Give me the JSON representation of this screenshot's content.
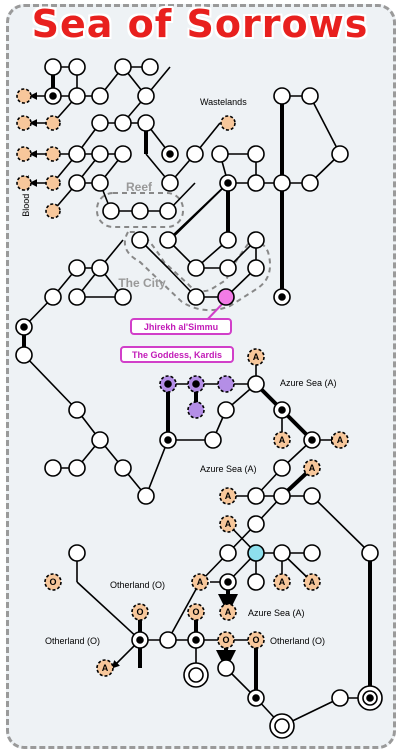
{
  "title": "Sea of Sorrows",
  "areas": {
    "blood_sea": "Blood Sea",
    "wastelands": "Wastelands",
    "reef": "Reef",
    "the_city": "The City",
    "azure_sea_1": "Azure Sea (A)",
    "azure_sea_2": "Azure Sea (A)",
    "azure_sea_3": "Azure Sea (A)",
    "otherland_1": "Otherland (O)",
    "otherland_2": "Otherland (O)",
    "otherland_3": "Otherland (O)"
  },
  "callouts": {
    "jhirekh": "Jhirekh al'Simmu",
    "goddess": "The Goddess, Kardis"
  },
  "node_letters": {
    "azure": "A",
    "otherland": "O"
  },
  "colors": {
    "title": "#e8201e",
    "orange_node": "#f7c79b",
    "purple_node": "#b48ee6",
    "pink_node": "#f27be6",
    "cyan_node": "#8ee0ee",
    "callout": "#d13fc9",
    "background": "#eef2f5"
  }
}
